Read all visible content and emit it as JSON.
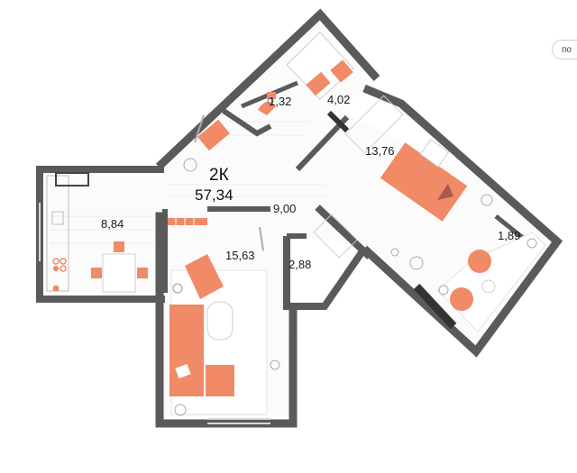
{
  "apartment": {
    "type_label": "2К",
    "total_area": "57,34"
  },
  "rooms": [
    {
      "id": "bath",
      "area": "4,02"
    },
    {
      "id": "wc",
      "area": "1,32"
    },
    {
      "id": "bedroom",
      "area": "13,76"
    },
    {
      "id": "kitchen",
      "area": "8,84"
    },
    {
      "id": "hall",
      "area": "9,00"
    },
    {
      "id": "living",
      "area": "15,63"
    },
    {
      "id": "storage",
      "area": "2,88"
    },
    {
      "id": "balcony",
      "area": "1,89"
    }
  ],
  "corner_button": {
    "label": "по"
  },
  "colors": {
    "wall": "#5a5a5a",
    "furniture": "#f08a67",
    "line": "#b9b9b9"
  }
}
